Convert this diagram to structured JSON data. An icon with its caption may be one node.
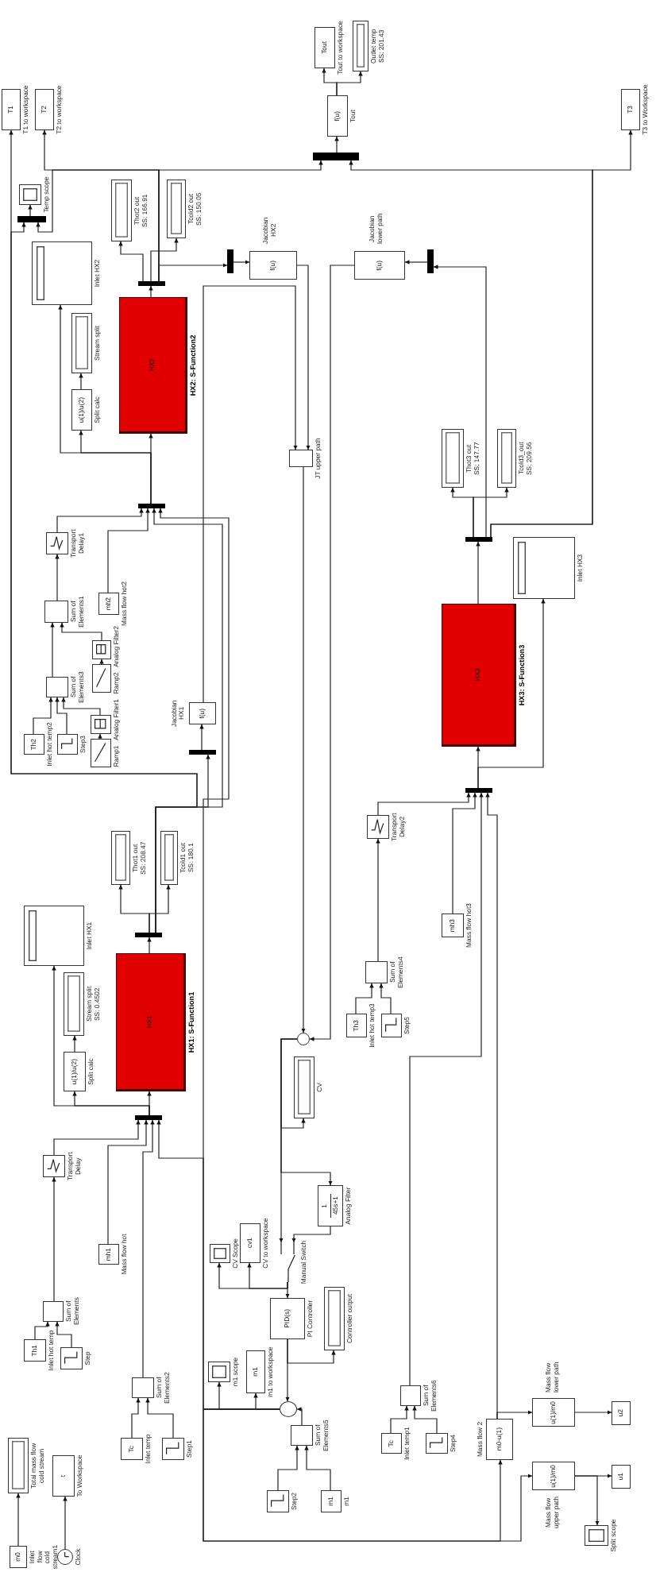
{
  "diagram": {
    "nodes": [
      {
        "text": [
          "T1"
        ],
        "beside": [
          "T1 to workspace"
        ]
      },
      {
        "text": [
          "T2"
        ],
        "beside": [
          "T2 to workspace"
        ]
      },
      {
        "text": [
          "Tout"
        ],
        "beside": [
          "Tout to workspace"
        ]
      },
      {
        "text": [],
        "shape": "box",
        "beside": [
          "Outlet temp SS: 201.43"
        ]
      },
      {
        "text": [
          "T3"
        ],
        "beside": [
          "T3 to Workspace"
        ]
      },
      {
        "text": [
          "f(u)"
        ],
        "beside": [
          "Tout"
        ]
      },
      {
        "text": [],
        "shape": "bar"
      },
      {
        "text": [],
        "shape": "box",
        "beside": [
          "Temp scope"
        ]
      },
      {
        "text": [],
        "shape": "bar"
      },
      {
        "text": [],
        "shape": "box",
        "beside": [
          "Thot2 out SS: 166.91"
        ]
      },
      {
        "text": [],
        "shape": "box",
        "beside": [
          "Tcold2 out SS: 150.05"
        ]
      },
      {
        "text": [
          "f(u)"
        ],
        "beside": [
          "Jacobian HX2"
        ]
      },
      {
        "text": [],
        "shape": "bar"
      },
      {
        "text": [
          "f(u)"
        ],
        "beside": [
          "Jacobian lower path"
        ]
      },
      {
        "text": [],
        "shape": "bar"
      },
      {
        "text": [],
        "shape": "box",
        "beside": [
          "Inlet HX2"
        ]
      },
      {
        "text": [],
        "shape": "bar"
      },
      {
        "text": [],
        "shape": "box",
        "beside": [
          "Stream split"
        ]
      },
      {
        "text": [
          "u(1)/u(2)"
        ],
        "beside": [
          "Split calc"
        ]
      },
      {
        "text": [
          "HX2"
        ],
        "beside": [
          "HX2: S-Function2"
        ]
      },
      {
        "text": [],
        "shape": "box",
        "beside": [
          "JT upper path"
        ]
      },
      {
        "text": [],
        "shape": "box",
        "beside": [
          "Thot3 out SS: 147.77"
        ]
      },
      {
        "text": [],
        "shape": "box",
        "beside": [
          "Tcold3_out SS: 209.56"
        ]
      },
      {
        "text": [],
        "shape": "bar"
      },
      {
        "text": [],
        "shape": "box",
        "beside": [
          "Transport Delay1"
        ]
      },
      {
        "text": [],
        "shape": "box",
        "beside": [
          "Sum of Elements1"
        ]
      },
      {
        "text": [
          "mh2"
        ],
        "beside": [
          "Mass flow hot2"
        ]
      },
      {
        "text": [],
        "shape": "box",
        "beside": [
          "Analog Filter2"
        ]
      },
      {
        "text": [],
        "shape": "box",
        "beside": [
          "Ramp2"
        ]
      },
      {
        "text": [],
        "shape": "box",
        "beside": [
          "Sum of Elements3"
        ]
      },
      {
        "text": [
          "Th2"
        ],
        "beside": [
          "Inlet hot temp2"
        ]
      },
      {
        "text": [],
        "shape": "box",
        "beside": [
          "Step3"
        ]
      },
      {
        "text": [],
        "shape": "box",
        "beside": [
          "Analog Filter1"
        ]
      },
      {
        "text": [],
        "shape": "box",
        "beside": [
          "Ramp1"
        ]
      },
      {
        "text": [
          "f(u)"
        ],
        "beside": [
          "Jacobian HX1"
        ]
      },
      {
        "text": [],
        "shape": "bar"
      },
      {
        "text": [],
        "shape": "box",
        "beside": [
          "Inlet HX3"
        ]
      },
      {
        "text": [],
        "shape": "bar"
      },
      {
        "text": [
          "HX3"
        ],
        "beside": [
          "HX3: S-Function3"
        ]
      },
      {
        "text": [],
        "shape": "bar"
      },
      {
        "text": [],
        "shape": "box",
        "beside": [
          "Thot1 out SS: 208.47"
        ]
      },
      {
        "text": [],
        "shape": "box",
        "beside": [
          "Tcold1 out SS: 180.1"
        ]
      },
      {
        "text": [],
        "shape": "box",
        "beside": [
          "Transport Delay2"
        ]
      },
      {
        "text": [
          "mh3"
        ],
        "beside": [
          "Mass flow hot3"
        ]
      },
      {
        "text": [],
        "shape": "box",
        "beside": [
          "Inlet HX1"
        ]
      },
      {
        "text": [],
        "shape": "bar"
      },
      {
        "text": [],
        "shape": "box",
        "beside": [
          "Stream split SS: 0.4502"
        ]
      },
      {
        "text": [],
        "shape": "box",
        "beside": [
          "Sum of Elements4"
        ]
      },
      {
        "text": [
          "Th3"
        ],
        "beside": [
          "Inlet hot temp3"
        ]
      },
      {
        "text": [],
        "shape": "box",
        "beside": [
          "Step5"
        ]
      },
      {
        "text": [],
        "shape": "circle"
      },
      {
        "text": [
          "HX1"
        ],
        "beside": [
          "HX1: S-Function1"
        ]
      },
      {
        "text": [
          "u(1)/u(2)"
        ],
        "beside": [
          "Split calc"
        ]
      },
      {
        "text": [],
        "shape": "box",
        "beside": [
          "CV"
        ]
      },
      {
        "text": [],
        "shape": "bar"
      },
      {
        "text": [],
        "shape": "box",
        "beside": [
          "Transport Delay"
        ]
      },
      {
        "text": [
          "1",
          "45s+1"
        ],
        "beside": [
          "Analog Filter"
        ]
      },
      {
        "text": [],
        "shape": "box",
        "beside": [
          "CV Scope"
        ]
      },
      {
        "text": [
          "cv1"
        ],
        "beside": [
          "CV to workspace"
        ]
      },
      {
        "text": [],
        "shape": "switch",
        "beside": [
          "Manual Switch"
        ]
      },
      {
        "text": [
          "mh1"
        ],
        "beside": [
          "Mass flow hot"
        ]
      },
      {
        "text": [
          "PID(s)"
        ],
        "beside": [
          "PI Controller"
        ]
      },
      {
        "text": [],
        "shape": "box",
        "beside": [
          "Controller output"
        ]
      },
      {
        "text": [],
        "shape": "box",
        "beside": [
          "Sum of Elements"
        ]
      },
      {
        "text": [
          "Th1"
        ],
        "beside": [
          "Inlet hot temp"
        ]
      },
      {
        "text": [],
        "shape": "box",
        "beside": [
          "Step"
        ]
      },
      {
        "text": [],
        "shape": "box",
        "beside": [
          "m1 scope"
        ]
      },
      {
        "text": [
          "m1"
        ],
        "beside": [
          "m1 to workspace"
        ]
      },
      {
        "text": [],
        "shape": "box",
        "beside": [
          "Sum of Elements2"
        ]
      },
      {
        "text": [],
        "shape": "box",
        "beside": [
          "Sum of Elements6"
        ]
      },
      {
        "text": [],
        "shape": "circle"
      },
      {
        "text": [
          "u(1)/m0"
        ],
        "beside": [
          "Mass flow lower path"
        ]
      },
      {
        "text": [
          "u2"
        ]
      },
      {
        "text": [
          "m0-u(1)"
        ],
        "beside": [
          "Mass flow 2"
        ]
      },
      {
        "text": [],
        "shape": "box",
        "beside": [
          "Sum of Elements5"
        ]
      },
      {
        "text": [
          "Tc"
        ],
        "beside": [
          "Inlet temp"
        ]
      },
      {
        "text": [],
        "shape": "box",
        "beside": [
          "Step1"
        ]
      },
      {
        "text": [
          "Tc"
        ],
        "beside": [
          "Inlet temp1"
        ]
      },
      {
        "text": [],
        "shape": "box",
        "beside": [
          "Step4"
        ]
      },
      {
        "text": [],
        "shape": "box",
        "beside": [
          "Total mass flow cold stream"
        ]
      },
      {
        "text": [
          "t"
        ],
        "beside": [
          "To Workspace"
        ]
      },
      {
        "text": [
          "u(1)/m0"
        ],
        "beside": [
          "Mass flow upper path"
        ]
      },
      {
        "text": [
          "u1"
        ]
      },
      {
        "text": [],
        "shape": "box",
        "beside": [
          "Step2"
        ]
      },
      {
        "text": [
          "m1"
        ],
        "beside": [
          "m1"
        ]
      },
      {
        "text": [],
        "shape": "box",
        "beside": [
          "Split scope"
        ]
      },
      {
        "text": [
          "m0"
        ],
        "beside": [
          "Inlet flow cold stream1"
        ]
      },
      {
        "text": [],
        "shape": "circle",
        "beside": [
          "Clock"
        ]
      }
    ],
    "edges": [
      {
        "from": 5,
        "to": 2,
        "arrow": "to"
      },
      {
        "from": 5,
        "to": 3,
        "arrow": "to"
      },
      {
        "from": 6,
        "to": 5,
        "arrow": "to"
      },
      {
        "from": 16,
        "to": 1,
        "arrow": "to"
      },
      {
        "from": 16,
        "to": 6,
        "arrow": "to"
      },
      {
        "from": 16,
        "to": 8,
        "arrow": "to"
      },
      {
        "from": 8,
        "to": 7,
        "arrow": "to"
      },
      {
        "from": 45,
        "to": 0,
        "arrow": "to"
      },
      {
        "from": 45,
        "to": 8,
        "arrow": "to"
      },
      {
        "from": 37,
        "to": 4,
        "arrow": "to"
      },
      {
        "from": 37,
        "to": 6,
        "arrow": "to"
      },
      {
        "from": 16,
        "to": 12,
        "arrow": "to"
      },
      {
        "from": 12,
        "to": 11,
        "arrow": "to"
      },
      {
        "from": 14,
        "to": 13,
        "arrow": "to"
      },
      {
        "from": 37,
        "to": 14,
        "arrow": "to"
      },
      {
        "from": 37,
        "to": 21,
        "arrow": "to"
      },
      {
        "from": 37,
        "to": 22,
        "arrow": "to"
      },
      {
        "from": 20,
        "to": 50,
        "arrow": "to"
      },
      {
        "from": 11,
        "to": 20,
        "arrow": "to"
      },
      {
        "from": 34,
        "to": 20,
        "arrow": "to"
      },
      {
        "from": 13,
        "to": 50,
        "arrow": "to"
      },
      {
        "from": 35,
        "to": 34,
        "arrow": "to"
      },
      {
        "from": 45,
        "to": 35,
        "arrow": "to"
      },
      {
        "from": 30,
        "to": 29,
        "arrow": "to"
      },
      {
        "from": 31,
        "to": 29,
        "arrow": "to"
      },
      {
        "from": 33,
        "to": 32,
        "arrow": "to"
      },
      {
        "from": 32,
        "to": 29,
        "arrow": "to"
      },
      {
        "from": 28,
        "to": 27,
        "arrow": "to"
      },
      {
        "from": 27,
        "to": 25,
        "arrow": "to"
      },
      {
        "from": 29,
        "to": 25,
        "arrow": "to"
      },
      {
        "from": 25,
        "to": 24,
        "arrow": "to"
      },
      {
        "from": 24,
        "to": 23,
        "arrow": "to"
      },
      {
        "from": 26,
        "to": 23,
        "arrow": "to"
      },
      {
        "from": 45,
        "to": 23,
        "arrow": "to"
      },
      {
        "from": 70,
        "to": 23,
        "arrow": "to"
      },
      {
        "from": 23,
        "to": 19,
        "arrow": "to"
      },
      {
        "from": 23,
        "to": 15,
        "arrow": "to"
      },
      {
        "from": 23,
        "to": 18,
        "arrow": "to"
      },
      {
        "from": 18,
        "to": 17,
        "arrow": "to"
      },
      {
        "from": 19,
        "to": 16,
        "arrow": "to"
      },
      {
        "from": 16,
        "to": 9,
        "arrow": "to"
      },
      {
        "from": 16,
        "to": 10,
        "arrow": "to"
      },
      {
        "from": 48,
        "to": 47,
        "arrow": "to"
      },
      {
        "from": 49,
        "to": 47,
        "arrow": "to"
      },
      {
        "from": 47,
        "to": 42,
        "arrow": "to"
      },
      {
        "from": 42,
        "to": 39,
        "arrow": "to"
      },
      {
        "from": 43,
        "to": 39,
        "arrow": "to"
      },
      {
        "from": 69,
        "to": 39,
        "arrow": "to"
      },
      {
        "from": 73,
        "to": 39,
        "arrow": "to"
      },
      {
        "from": 39,
        "to": 38,
        "arrow": "to"
      },
      {
        "from": 39,
        "to": 36,
        "arrow": "to"
      },
      {
        "from": 38,
        "to": 37,
        "arrow": "to"
      },
      {
        "from": 50,
        "to": 53,
        "arrow": "to"
      },
      {
        "from": 50,
        "to": 59,
        "arrow": "to"
      },
      {
        "from": 50,
        "to": 56,
        "arrow": "to"
      },
      {
        "from": 56,
        "to": 59,
        "arrow": "to"
      },
      {
        "from": 59,
        "to": 61,
        "arrow": "to"
      },
      {
        "from": 59,
        "to": 57,
        "arrow": "to"
      },
      {
        "from": 59,
        "to": 58,
        "arrow": "to"
      },
      {
        "from": 61,
        "to": 62,
        "arrow": "to"
      },
      {
        "from": 61,
        "to": 70,
        "arrow": "to"
      },
      {
        "from": 74,
        "to": 70,
        "arrow": "to"
      },
      {
        "from": 83,
        "to": 74,
        "arrow": "to"
      },
      {
        "from": 84,
        "to": 74,
        "arrow": "to"
      },
      {
        "from": 70,
        "to": 66,
        "arrow": "to"
      },
      {
        "from": 70,
        "to": 67,
        "arrow": "to"
      },
      {
        "from": 70,
        "to": 54,
        "arrow": "to"
      },
      {
        "from": 70,
        "to": 73,
        "arrow": "to"
      },
      {
        "from": 70,
        "to": 81,
        "arrow": "to"
      },
      {
        "from": 73,
        "to": 71,
        "arrow": "to"
      },
      {
        "from": 71,
        "to": 72,
        "arrow": "to"
      },
      {
        "from": 81,
        "to": 82,
        "arrow": "to"
      },
      {
        "from": 81,
        "to": 85,
        "arrow": "to"
      },
      {
        "from": 64,
        "to": 63,
        "arrow": "to"
      },
      {
        "from": 65,
        "to": 63,
        "arrow": "to"
      },
      {
        "from": 63,
        "to": 55,
        "arrow": "to"
      },
      {
        "from": 55,
        "to": 54,
        "arrow": "to"
      },
      {
        "from": 60,
        "to": 54,
        "arrow": "to"
      },
      {
        "from": 68,
        "to": 54,
        "arrow": "to"
      },
      {
        "from": 54,
        "to": 51,
        "arrow": "to"
      },
      {
        "from": 54,
        "to": 44,
        "arrow": "to"
      },
      {
        "from": 54,
        "to": 52,
        "arrow": "to"
      },
      {
        "from": 52,
        "to": 46,
        "arrow": "to"
      },
      {
        "from": 51,
        "to": 45,
        "arrow": "to"
      },
      {
        "from": 45,
        "to": 40,
        "arrow": "to"
      },
      {
        "from": 45,
        "to": 41,
        "arrow": "to"
      },
      {
        "from": 75,
        "to": 68,
        "arrow": "to"
      },
      {
        "from": 76,
        "to": 68,
        "arrow": "to"
      },
      {
        "from": 77,
        "to": 69,
        "arrow": "to"
      },
      {
        "from": 78,
        "to": 69,
        "arrow": "to"
      },
      {
        "from": 86,
        "to": 79,
        "arrow": "to"
      },
      {
        "from": 87,
        "to": 80,
        "arrow": "to"
      }
    ]
  }
}
